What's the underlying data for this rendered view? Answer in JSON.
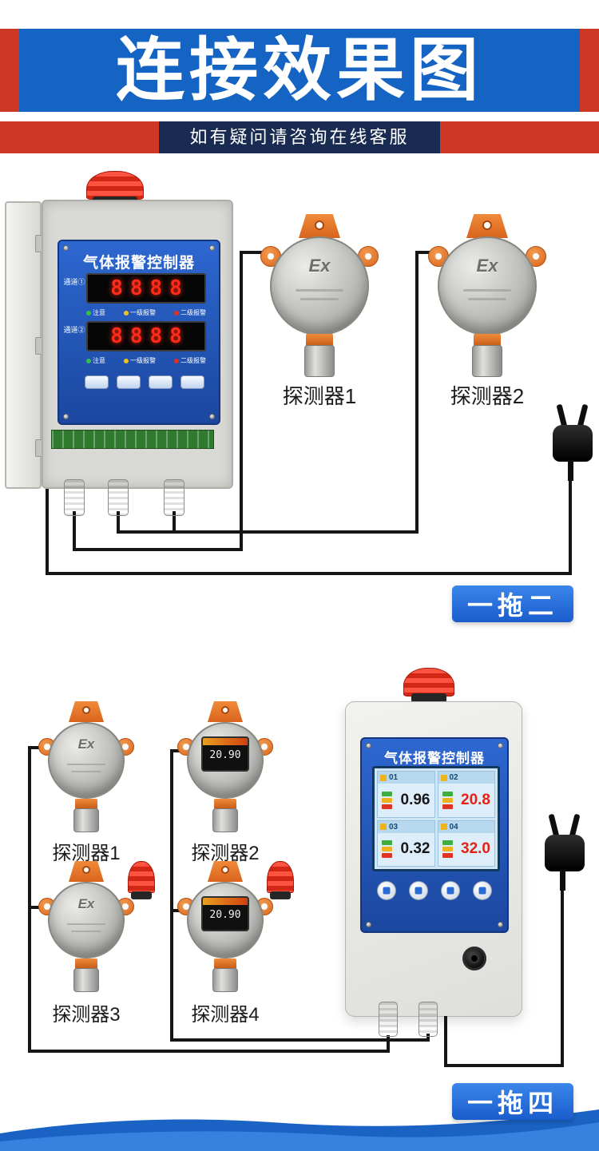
{
  "header": {
    "title": "连接效果图",
    "subtitle": "如有疑问请咨询在线客服"
  },
  "section1": {
    "controller": {
      "title": "气体报警控制器",
      "channel1_label": "通道①",
      "channel2_label": "通道②",
      "display1": "8888",
      "display2": "8888",
      "status_labels": [
        "注意",
        "一级报警",
        "二级报警"
      ]
    },
    "detectors": [
      {
        "label": "探测器1",
        "ex": "Ex"
      },
      {
        "label": "探测器2",
        "ex": "Ex"
      }
    ],
    "badge": "一拖二"
  },
  "section2": {
    "detectors": [
      {
        "label": "探测器1",
        "ex": "Ex"
      },
      {
        "label": "探测器2",
        "lcd": "20.90"
      },
      {
        "label": "探测器3",
        "ex": "Ex"
      },
      {
        "label": "探测器4",
        "lcd": "20.90"
      }
    ],
    "controller": {
      "title": "气体报警控制器",
      "channels": [
        {
          "id": "01",
          "value": "0.96"
        },
        {
          "id": "02",
          "value": "20.8"
        },
        {
          "id": "03",
          "value": "0.32"
        },
        {
          "id": "04",
          "value": "32.0"
        }
      ]
    },
    "badge": "一拖四"
  },
  "colors": {
    "banner_blue": "#1563c2",
    "accent_red": "#cc3726",
    "navy_bar": "#1a2b52",
    "badge_blue": "#2a72dd",
    "alarm_value_red": "#e02315",
    "wire_black": "#151515"
  }
}
